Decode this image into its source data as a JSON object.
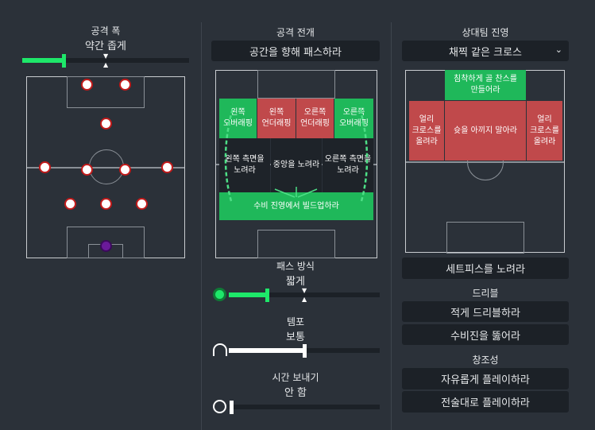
{
  "left": {
    "title": "공격 폭",
    "value": "약간 좁게",
    "slider_fraction": 0.25,
    "accent": "#1ee86a"
  },
  "middle": {
    "title": "공격 전개",
    "dropdown": "공간을 향해 패스하라",
    "zones": {
      "left_overlap": "왼쪽\n오버래핑",
      "left_underlap": "왼쪽\n언더래핑",
      "right_underlap": "오른쪽\n언더래핑",
      "right_overlap": "오른쪽\n오버래핑",
      "left_flank": "왼쪽 측면을\n노려라",
      "centre": "중앙을 노려라",
      "right_flank": "오른쪽 측면을\n노려라",
      "build_up": "수비 진영에서 빌드업하라"
    },
    "passing": {
      "title": "패스 방식",
      "value": "짧게",
      "fraction": 0.25,
      "icon": "football-icon"
    },
    "tempo": {
      "title": "템포",
      "value": "보통",
      "fraction": 0.5,
      "icon": "gauge-icon"
    },
    "time_wasting": {
      "title": "시간 보내기",
      "value": "안 함",
      "fraction": 0,
      "icon": "stopwatch-icon"
    }
  },
  "right": {
    "title": "상대팀 진영",
    "dropdown": "채찍 같은 크로스",
    "zones": {
      "composure": "침착하게 골 찬스를\n만들어라",
      "early_cross_left": "얼리\n크로스를\n올려라",
      "shoot": "슛을 아끼지 말아라",
      "early_cross_right": "얼리\n크로스를\n올려라"
    },
    "set_pieces": "세트피스를 노려라",
    "dribble": {
      "title": "드리블",
      "options": [
        "적게 드리블하라",
        "수비진을 뚫어라"
      ]
    },
    "creativity": {
      "title": "창조성",
      "options": [
        "자유롭게 플레이하라",
        "전술대로 플레이하라"
      ]
    }
  },
  "colors": {
    "green": "#1fb85a",
    "red": "#c0494b",
    "bg": "#2b3139"
  }
}
